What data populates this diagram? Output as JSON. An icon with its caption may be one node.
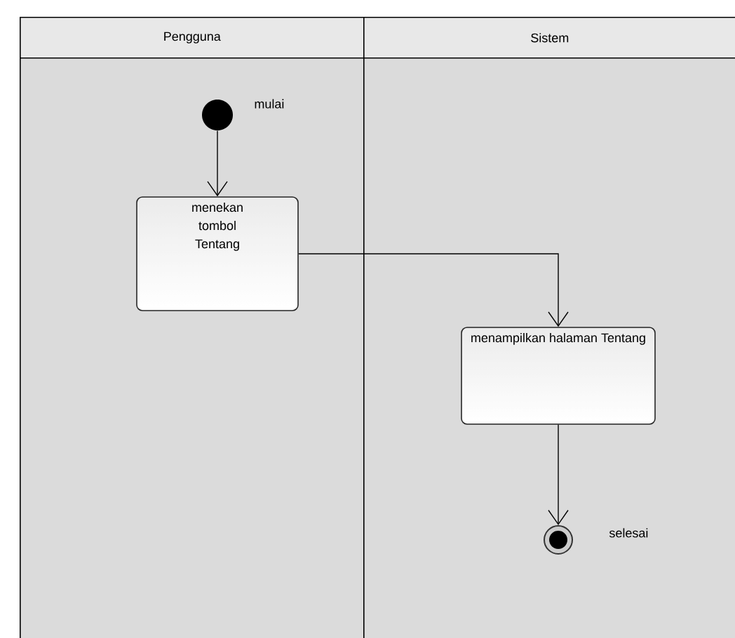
{
  "diagram": {
    "nodes": [
      {
        "text": [
          "Pengguna"
        ]
      },
      {
        "text": [
          "Sistem"
        ]
      },
      {
        "text": [],
        "shape": "circle",
        "in": 0,
        "beside": [
          "mulai"
        ]
      },
      {
        "text": [
          "menekan tombol Tentang"
        ],
        "in": 0
      },
      {
        "text": [
          "menampilkan halaman Tentang"
        ],
        "in": 1
      },
      {
        "text": [],
        "shape": "circle",
        "in": 1,
        "beside": [
          "selesai"
        ]
      }
    ],
    "edges": [
      {
        "from": 2,
        "to": 3,
        "arrow": "to"
      },
      {
        "from": 3,
        "to": 4,
        "arrow": "to"
      },
      {
        "from": 4,
        "to": 5,
        "arrow": "to"
      }
    ]
  }
}
